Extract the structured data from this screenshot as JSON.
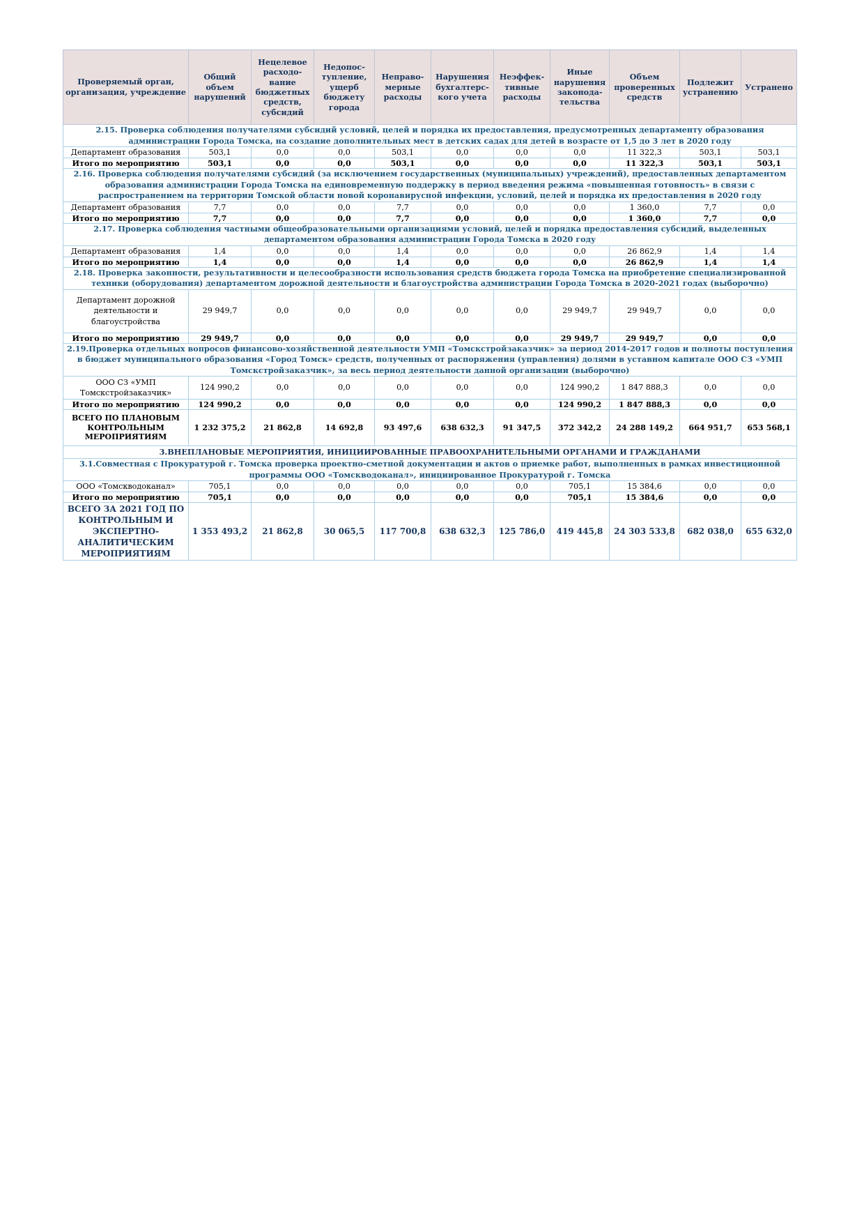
{
  "headers": [
    "Проверяемый орган, организация, учреждение",
    "Общий объем нарушений",
    "Нецелевое расходо-вание бюджетных средств, субсидий",
    "Недопос-тупление, ущерб бюджету города",
    "Неправо-мерные расходы",
    "Нарушения бухгалтерс-кого учета",
    "Неэффек-тивные расходы",
    "Иные нарушения законода-тельства",
    "Объем проверенных средств",
    "Подлежит устранению",
    "Устранено"
  ],
  "sections": [
    {
      "title": "2.15. Проверка соблюдения получателями субсидий условий, целей и порядка их предоставления, предусмотренных департаменту образования администрации Города Томска, на создание дополнительных мест в детских садах для детей в возрасте от 1,5 до 3 лет в 2020 году",
      "rows": [
        {
          "org": "Департамент образования",
          "values": [
            "503,1",
            "0,0",
            "0,0",
            "503,1",
            "0,0",
            "0,0",
            "0,0",
            "11 322,3",
            "503,1",
            "503,1"
          ]
        }
      ],
      "total": {
        "label": "Итого по мероприятию",
        "values": [
          "503,1",
          "0,0",
          "0,0",
          "503,1",
          "0,0",
          "0,0",
          "0,0",
          "11 322,3",
          "503,1",
          "503,1"
        ]
      }
    },
    {
      "title": "2.16. Проверка соблюдения получателями субсидий (за исключением государственных (муниципальных) учреждений), предоставленных департаментом образования администрации Города Томска на  единовременную поддержку в период введения режима «повышенная готовность»  в связи с распространением на территории Томской области новой коронавирусной инфекции, условий, целей и порядка их предоставления в 2020 году",
      "rows": [
        {
          "org": "Департамент образования",
          "values": [
            "7,7",
            "0,0",
            "0,0",
            "7,7",
            "0,0",
            "0,0",
            "0,0",
            "1 360,0",
            "7,7",
            "0,0"
          ]
        }
      ],
      "total": {
        "label": "Итого по мероприятию",
        "values": [
          "7,7",
          "0,0",
          "0,0",
          "7,7",
          "0,0",
          "0,0",
          "0,0",
          "1 360,0",
          "7,7",
          "0,0"
        ]
      }
    },
    {
      "title": "2.17. Проверка соблюдения частными общеобразовательными организациями условий, целей и порядка предоставления субсидий, выделенных департаментом образования администрации Города Томска в 2020 году",
      "rows": [
        {
          "org": "Департамент образования",
          "values": [
            "1,4",
            "0,0",
            "0,0",
            "1,4",
            "0,0",
            "0,0",
            "0,0",
            "26 862,9",
            "1,4",
            "1,4"
          ]
        }
      ],
      "total": {
        "label": "Итого по мероприятию",
        "values": [
          "1,4",
          "0,0",
          "0,0",
          "1,4",
          "0,0",
          "0,0",
          "0,0",
          "26 862,9",
          "1,4",
          "1,4"
        ]
      }
    },
    {
      "title": "2.18. Проверка законности, результативности и целесообразности использования средств бюджета города Томска на приобретение специализированной техники (оборудования) департаментом дорожной деятельности и благоустройства администрации Города Томска в 2020-2021 годах (выборочно)",
      "rows": [
        {
          "org": "Департамент дорожной деятельности и благоустройства",
          "values": [
            "29 949,7",
            "0,0",
            "0,0",
            "0,0",
            "0,0",
            "0,0",
            "29 949,7",
            "29 949,7",
            "0,0",
            "0,0"
          ]
        }
      ],
      "total": {
        "label": "Итого по мероприятию",
        "values": [
          "29 949,7",
          "0,0",
          "0,0",
          "0,0",
          "0,0",
          "0,0",
          "29 949,7",
          "29 949,7",
          "0,0",
          "0,0"
        ]
      }
    },
    {
      "title": "2.19.Проверка отдельных вопросов финансово-хозяйственной деятельности УМП «Томскстройзаказчик» за период 2014-2017 годов и полноты поступления в бюджет муниципального образования «Город Томск» средств, полученных от распоряжения (управления) долями в уставном капитале ООО СЗ «УМП Томскстройзаказчик», за весь период деятельности данной организации (выборочно)",
      "rows": [
        {
          "org": "ООО СЗ «УМП Томскстройзаказчик»",
          "values": [
            "124 990,2",
            "0,0",
            "0,0",
            "0,0",
            "0,0",
            "0,0",
            "124 990,2",
            "1 847 888,3",
            "0,0",
            "0,0"
          ]
        }
      ],
      "total": {
        "label": "Итого по мероприятию",
        "values": [
          "124 990,2",
          "0,0",
          "0,0",
          "0,0",
          "0,0",
          "0,0",
          "124 990,2",
          "1 847 888,3",
          "0,0",
          "0,0"
        ]
      }
    }
  ],
  "planned_total": {
    "label": "ВСЕГО ПО ПЛАНОВЫМ КОНТРОЛЬНЫМ МЕРОПРИЯТИЯМ",
    "values": [
      "1 232 375,2",
      "21 862,8",
      "14 692,8",
      "93 497,6",
      "638 632,3",
      "91 347,5",
      "372 342,2",
      "24 288 149,2",
      "664 951,7",
      "653 568,1"
    ]
  },
  "extra_header": "3.ВНЕПЛАНОВЫЕ МЕРОПРИЯТИЯ, ИНИЦИИРОВАННЫЕ ПРАВООХРАНИТЕЛЬНЫМИ ОРГАНАМИ И ГРАЖДАНАМИ",
  "extra_section": {
    "title": "3.1.Совместная с Прокуратурой г. Томска проверка проектно-сметной документации и актов о приемке работ, выполненных в рамках инвестиционной программы ООО «Томскводоканал», инициированное Прокуратурой г. Томска",
    "rows": [
      {
        "org": "ООО «Томскводоканал»",
        "values": [
          "705,1",
          "0,0",
          "0,0",
          "0,0",
          "0,0",
          "0,0",
          "705,1",
          "15 384,6",
          "0,0",
          "0,0"
        ]
      }
    ],
    "total": {
      "label": "Итого по мероприятию",
      "values": [
        "705,1",
        "0,0",
        "0,0",
        "0,0",
        "0,0",
        "0,0",
        "705,1",
        "15 384,6",
        "0,0",
        "0,0"
      ]
    }
  },
  "year_total": {
    "label": "ВСЕГО ЗА 2021 ГОД ПО КОНТРОЛЬНЫМ И ЭКСПЕРТНО-АНАЛИТИЧЕСКИМ МЕРОПРИЯТИЯМ",
    "values": [
      "1 353 493,2",
      "21 862,8",
      "30 065,5",
      "117 700,8",
      "638 632,3",
      "125 786,0",
      "419 445,8",
      "24 303 533,8",
      "682 038,0",
      "655 632,0"
    ]
  }
}
